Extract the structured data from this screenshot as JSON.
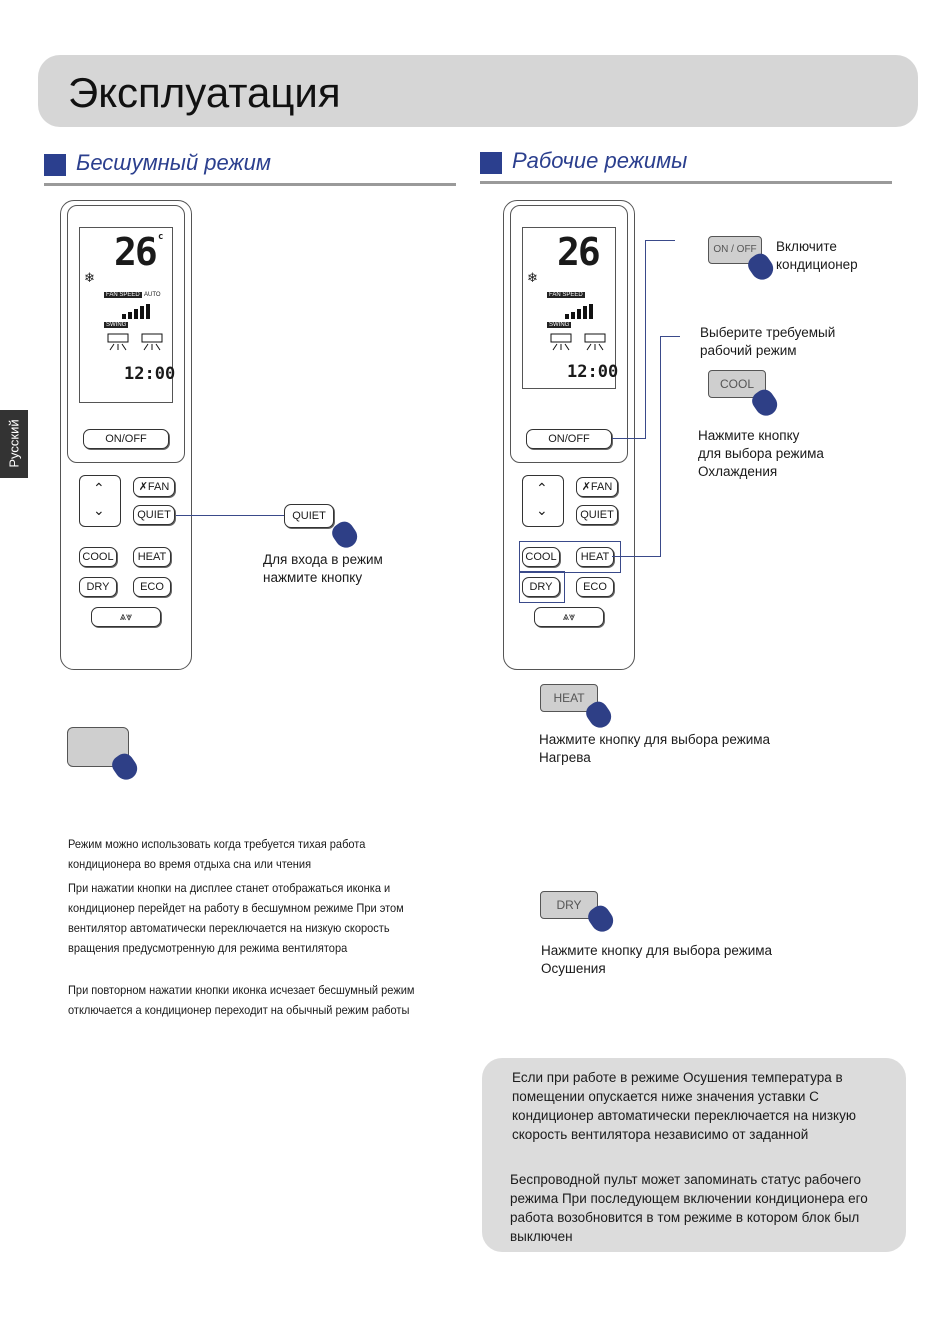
{
  "header": {
    "title": "Эксплуатация"
  },
  "lang_tab": "Русский",
  "left_section": {
    "heading": "Бесшумный режим",
    "callout": "Для входа в режим\nнажмите кнопку",
    "callout_button": "QUIET",
    "paragraphs": [
      "Режим            можно использовать  когда требуется тихая работа кондиционера во время отдыха  сна или чтения",
      "При нажатии кнопки           на дисплее  станет отображаться иконка       и кондиционер перейдет на работу в бесшумном режиме           При этом вентилятор автоматически переключается на низкую скорость вращения  предусмотренную для режима           вентилятора",
      "При повторном нажатии кнопки             иконка      исчезает бесшумный режим отключается  а кондиционер переходит на обычный режим работы"
    ]
  },
  "right_section": {
    "heading": "Рабочие режимы",
    "step1": {
      "button": "ON / OFF",
      "text": "Включите\nкондиционер"
    },
    "step2": {
      "text": "Выберите требуемый\nрабочий режим"
    },
    "cool": {
      "button": "COOL",
      "text": "Нажмите кнопку\nдля выбора режима\nОхлаждения"
    },
    "heat": {
      "button": "HEAT",
      "text": "Нажмите кнопку            для выбора режима\nНагрева"
    },
    "dry": {
      "button": "DRY",
      "text": "Нажмите кнопку          для выбора режима\nОсушения"
    }
  },
  "note": {
    "p1": "Если при работе в режиме Осушения             температура в помещении опускается ниже значения уставки С  кондиционер автоматически переключается на низкую              скорость  вентилятора независимо от заданной",
    "p2": "Беспроводной пульт может запоминать статус рабочего режима  При последующем включении кондиционера его работа возобновится в том режиме  в котором блок был выключен"
  },
  "remote": {
    "temp": "26",
    "unit": "c",
    "fan_speed_label": "FAN SPEED",
    "auto_label": "AUTO",
    "swing_label": "SWING",
    "time": "12:00",
    "buttons": {
      "onoff": "ON/OFF",
      "fan": "FAN",
      "quiet": "QUIET",
      "cool": "COOL",
      "heat": "HEAT",
      "dry": "DRY",
      "eco": "ECO"
    }
  }
}
